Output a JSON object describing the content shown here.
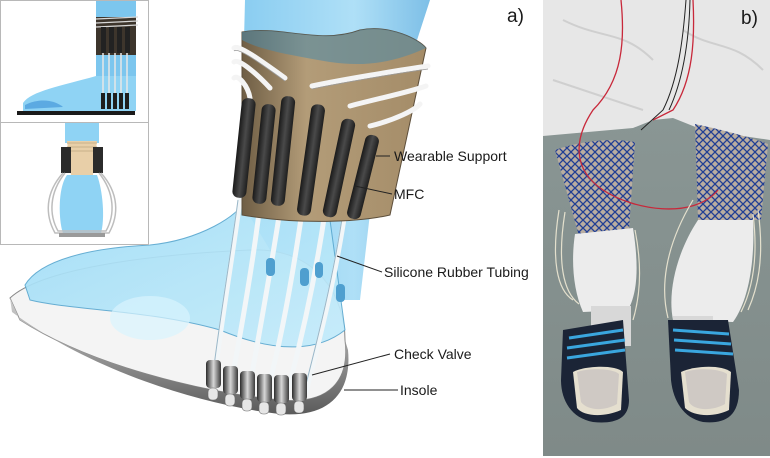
{
  "figure": {
    "panel_a": {
      "letter": "a)",
      "description": "3D rendering of ankle-worn energy harvester on foot",
      "insets": [
        {
          "name": "side-view",
          "description": "Side view of foot with device"
        },
        {
          "name": "rear-view",
          "description": "Rear view of heel with device"
        }
      ],
      "callouts": [
        {
          "id": "wearable_support",
          "text": "Wearable Support"
        },
        {
          "id": "mfc",
          "text": "MFC"
        },
        {
          "id": "silicone_tubing",
          "text": "Silicone Rubber Tubing"
        },
        {
          "id": "check_valve",
          "text": "Check Valve"
        },
        {
          "id": "insole",
          "text": "Insole"
        }
      ]
    },
    "panel_b": {
      "letter": "b)",
      "description": "Photograph of prototype worn on both legs with sandals"
    },
    "colors": {
      "skin_blue": "#8fd3f4",
      "support_tan": "#a8916f",
      "mfc_black": "#2b2b2b",
      "tube_white": "#e8eef2",
      "insole_grey": "#d9d9d9",
      "floor_grey": "#8a9694",
      "suit_white": "#e9e9e9",
      "net_blue": "#1f3e8f",
      "wire_red": "#c8283a",
      "sandal_navy": "#1b2436",
      "stripe_blue": "#3aa6df"
    }
  }
}
